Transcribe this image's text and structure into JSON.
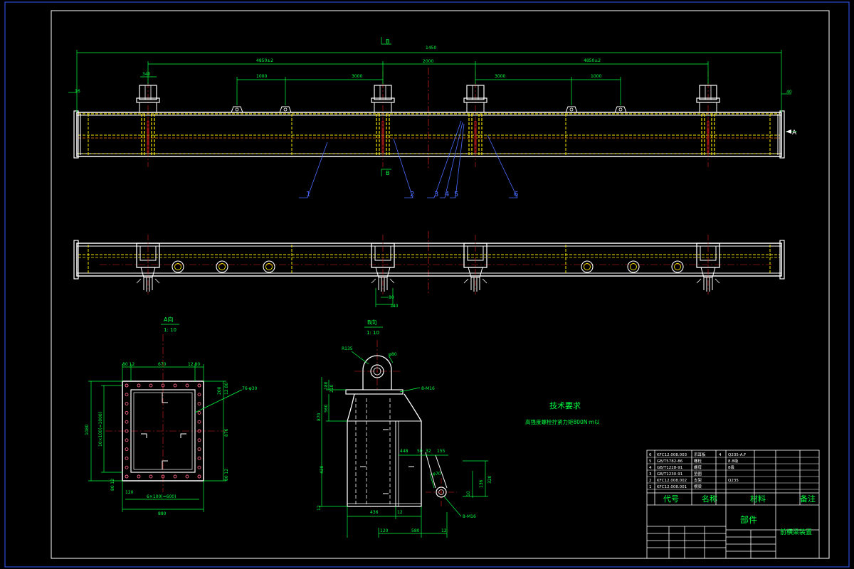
{
  "colors": {
    "background": "#000000",
    "border": "#2b4bd6",
    "main_line": "#ffffff",
    "hidden_line": "#f5e400",
    "centerline": "#e02020",
    "dimension": "#00ff40",
    "leader": "#4a6cff",
    "text": "#00ff40",
    "table_line": "#ffffff"
  },
  "front_view": {
    "dims": {
      "overall": "1450",
      "left": "4850±2",
      "center": "2000",
      "right": "4850±2",
      "inner_left": "3000",
      "inner_right": "3000",
      "pitch_left": "1000",
      "pitch_right": "1000",
      "post_width": "340",
      "end_left": "16",
      "end_right": "40",
      "section_top": "B",
      "section_bottom": "B",
      "view_arrow": "A"
    },
    "part_numbers": [
      "1",
      "2",
      "3",
      "4",
      "5",
      "6"
    ]
  },
  "plan_view": {
    "dims": {
      "d1": "80",
      "d2": "140"
    }
  },
  "section_a": {
    "title": "A向",
    "scale": "1: 10",
    "dims": {
      "top_1": "80 12",
      "top_2": "670",
      "top_3": "12 80",
      "height_total": "1080",
      "height_inner": "10×100(=1000)",
      "bottom_pitch": "6×100(=600)",
      "bottom_total": "880",
      "left_small": "120",
      "right_1": "200",
      "right_2": "12 80",
      "right_3": "876",
      "right_4": "80 12",
      "left_1": "80 12",
      "hole_note": "76-φ30"
    }
  },
  "section_b": {
    "title": "B向",
    "scale": "1: 10",
    "dims": {
      "radius": "R135",
      "hole_top": "φ80",
      "note_top": "8-M16",
      "v1": "180",
      "v2": "210",
      "v3": "560",
      "v4": "870",
      "v5": "12",
      "h1": "448",
      "h2": "50",
      "h3": "32",
      "h4": "155",
      "h5": "420",
      "h6": "436",
      "h7": "12",
      "h8": "120",
      "h9": "580",
      "h10": "12",
      "r1": "320",
      "r2": "136",
      "r3": "10",
      "note_bottom": "8-M16",
      "hole_bottom": "φ70"
    }
  },
  "tech_req": {
    "title": "技术要求",
    "line1": "高强度螺栓拧紧力矩800N·m以"
  },
  "title_block": {
    "rows": [
      {
        "no": "6",
        "code": "KFC12.008.003",
        "name": "吊耳板",
        "qty": "4",
        "mat": "Q235-A.F"
      },
      {
        "no": "5",
        "code": "GB/T5782-86",
        "name": "螺栓",
        "qty": "",
        "mat": "8.8级"
      },
      {
        "no": "4",
        "code": "GB/T1228-91",
        "name": "螺母",
        "qty": "",
        "mat": "8级"
      },
      {
        "no": "3",
        "code": "GB/T1230-91",
        "name": "垫圈",
        "qty": "",
        "mat": ""
      },
      {
        "no": "2",
        "code": "KFC12.008.002",
        "name": "支架",
        "qty": "",
        "mat": "Q235"
      },
      {
        "no": "1",
        "code": "KFC12.008.001",
        "name": "横梁",
        "qty": "",
        "mat": ""
      }
    ],
    "header": {
      "code": "代号",
      "name": "名称",
      "mat": "材料",
      "note": "备注"
    },
    "part_label": "部件",
    "drawing_name": "前横梁装置"
  }
}
